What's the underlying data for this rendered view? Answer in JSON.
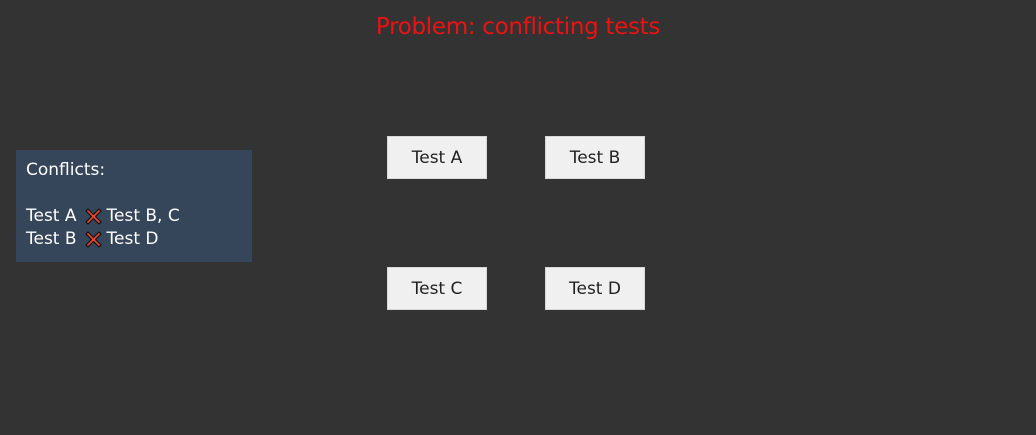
{
  "title": "Problem: conflicting tests",
  "conflicts": {
    "heading": "Conflicts:",
    "rows": [
      {
        "left": "Test A",
        "right": "Test B, C"
      },
      {
        "left": "Test B",
        "right": "Test D"
      }
    ],
    "icon": "cross-mark-icon"
  },
  "tests": {
    "a": "Test A",
    "b": "Test B",
    "c": "Test C",
    "d": "Test D"
  },
  "colors": {
    "background": "#333333",
    "title": "#ee1111",
    "conflicts_panel": "#35455a",
    "test_box": "#f0f0f0",
    "cross_mark": "#e8452c"
  }
}
